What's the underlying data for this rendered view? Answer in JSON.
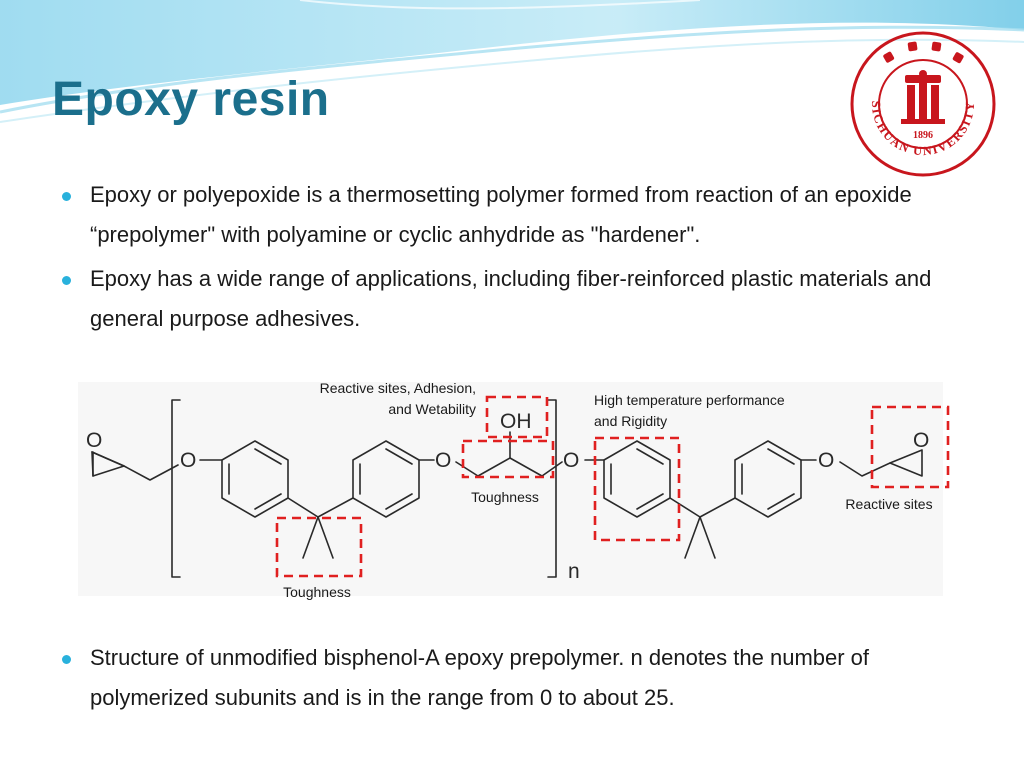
{
  "slide": {
    "title": "Epoxy resin",
    "bullets": [
      "Epoxy or polyepoxide is a thermosetting polymer formed from reaction of an epoxide “prepolymer\" with polyamine or cyclic anhydride as \"hardener\".",
      "Epoxy has a wide range of applications, including fiber-reinforced plastic materials and general purpose adhesives.",
      "Structure of unmodified bisphenol-A epoxy prepolymer. n denotes the number of polymerized subunits and is in the range from 0 to about 25."
    ]
  },
  "logo": {
    "ring_text": "SICHUAN UNIVERSITY",
    "year": "1896",
    "color": "#c8161d"
  },
  "diagram": {
    "annotations": {
      "reactive_adhesion_line1": "Reactive sites, Adhesion,",
      "reactive_adhesion_line2": "and Wetability",
      "high_temp_line1": "High temperature performance",
      "high_temp_line2": "and Rigidity",
      "toughness_middle": "Toughness",
      "toughness_bottom": "Toughness",
      "reactive_sites": "Reactive sites"
    },
    "atoms": {
      "oxygen": "O",
      "hydroxyl": "OH",
      "repeat_subscript": "n"
    },
    "highlight_color": "#e02020"
  },
  "theme": {
    "title_color": "#1b6f8c",
    "bullet_color": "#29b1dc",
    "header_wave_color": "#7fd0ea"
  }
}
